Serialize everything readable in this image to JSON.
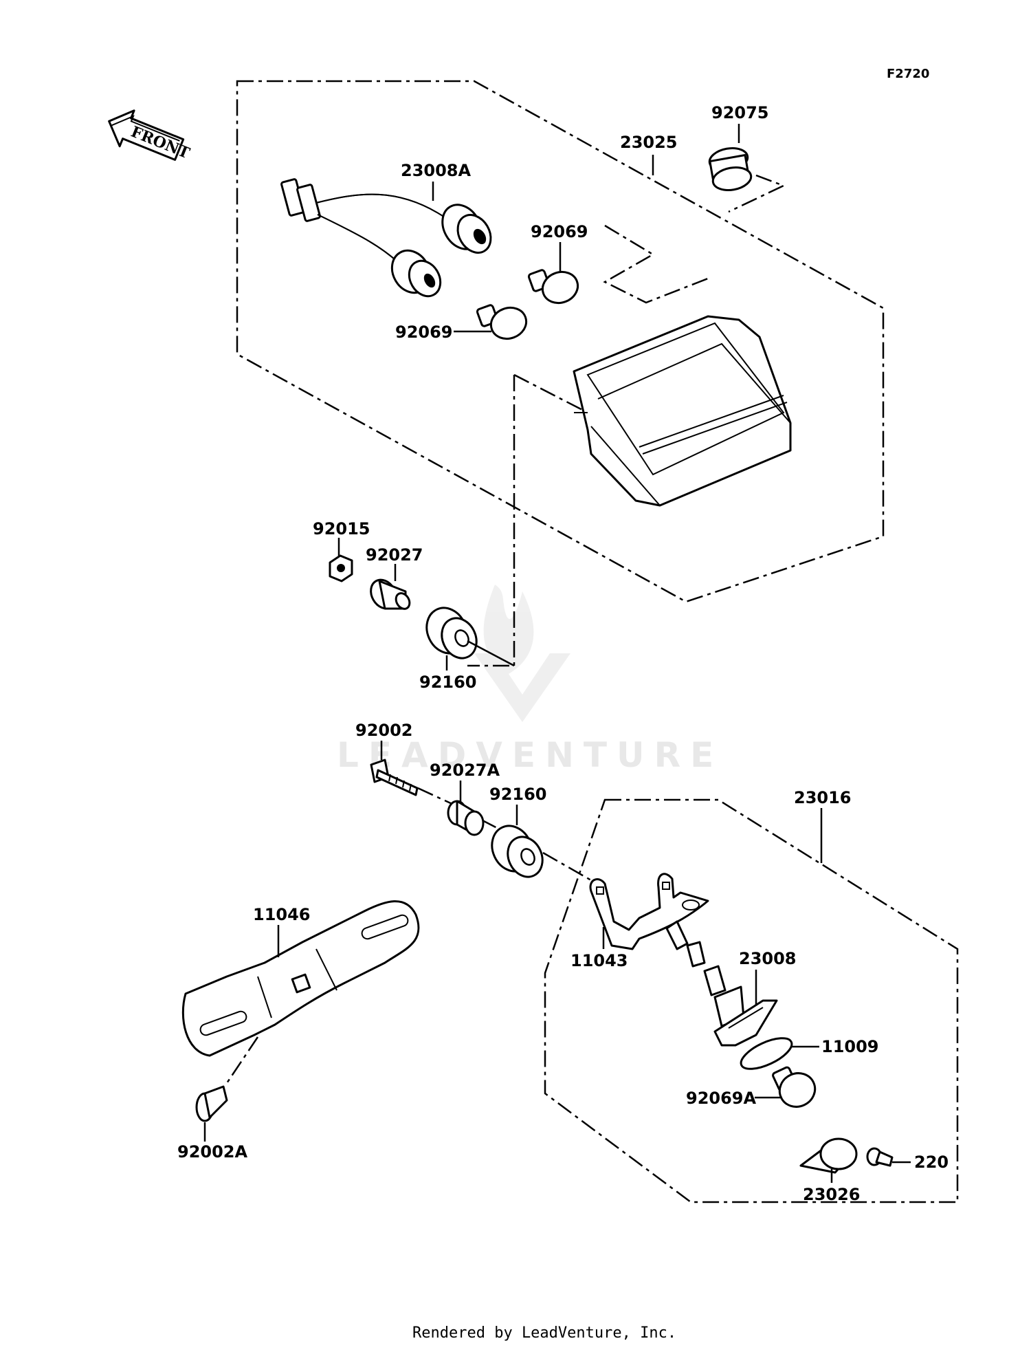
{
  "diagram": {
    "code": "F2720",
    "front_label": "FRONT",
    "watermark": "LEADVENTURE",
    "footer": "Rendered by LeadVenture, Inc.",
    "parts": {
      "p23025": "23025",
      "p92075": "92075",
      "p23008A": "23008A",
      "p92069_top": "92069",
      "p92069_bot": "92069",
      "p92015": "92015",
      "p92027": "92027",
      "p92160_top": "92160",
      "p92002": "92002",
      "p92027A": "92027A",
      "p92160_mid": "92160",
      "p23016": "23016",
      "p11046": "11046",
      "p11043": "11043",
      "p23008": "23008",
      "p11009": "11009",
      "p92069A": "92069A",
      "p92002A": "92002A",
      "p220": "220",
      "p23026": "23026"
    }
  }
}
